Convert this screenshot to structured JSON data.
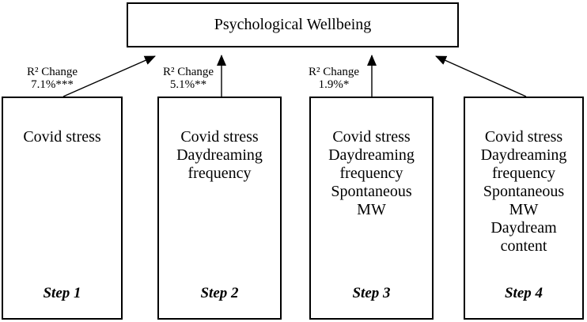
{
  "outcome": {
    "label": "Psychological Wellbeing"
  },
  "colors": {
    "line": "#000000",
    "text": "#000000",
    "background": "#ffffff"
  },
  "steps": [
    {
      "name": "Step 1",
      "predictors": [
        "Covid stress"
      ],
      "r2_change": {
        "label": "R² Change",
        "value": "7.1%***"
      }
    },
    {
      "name": "Step 2",
      "predictors": [
        "Covid stress",
        "Daydreaming",
        "frequency"
      ],
      "r2_change": {
        "label": "R² Change",
        "value": "5.1%**"
      }
    },
    {
      "name": "Step 3",
      "predictors": [
        "Covid stress",
        "Daydreaming",
        "frequency",
        "Spontaneous",
        "MW"
      ],
      "r2_change": {
        "label": "R² Change",
        "value": "1.9%*"
      }
    },
    {
      "name": "Step 4",
      "predictors": [
        "Covid stress",
        "Daydreaming",
        "frequency",
        "Spontaneous",
        "MW",
        "Daydream",
        "content"
      ]
    }
  ]
}
